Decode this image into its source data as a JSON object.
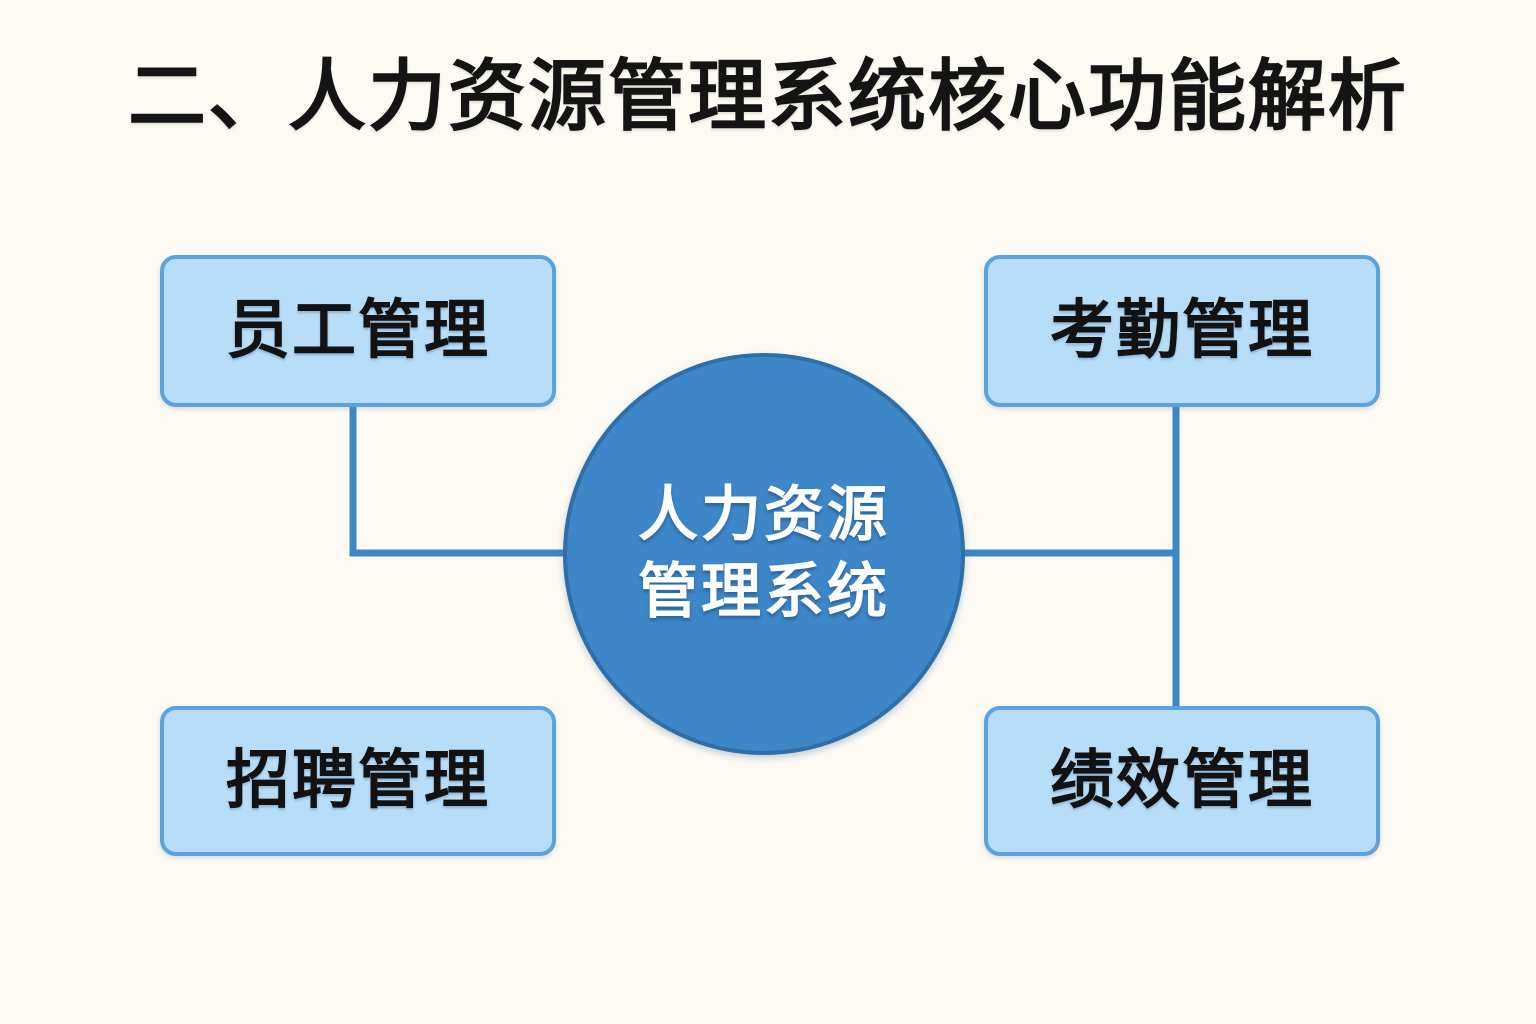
{
  "page": {
    "background_color": "#FCFAF3",
    "title": "二、人力资源管理系统核心功能解析"
  },
  "diagram": {
    "type": "hub-and-spoke",
    "center": {
      "name": "人力资源管理系统",
      "line1": "人力资源",
      "line2": "管理系统",
      "fill_color": "#3D87C9",
      "border_color": "#2E6FA8",
      "text_color": "#FFFFFF"
    },
    "node_style": {
      "fill_color": "#B7DDF8",
      "border_color": "#5BA3DD",
      "text_color": "#121212"
    },
    "connector_color": "#3D87C9",
    "nodes": [
      {
        "id": "employee",
        "label": "员工管理",
        "position": "top-left"
      },
      {
        "id": "attendance",
        "label": "考勤管理",
        "position": "top-right"
      },
      {
        "id": "recruitment",
        "label": "招聘管理",
        "position": "bottom-left"
      },
      {
        "id": "performance",
        "label": "绩效管理",
        "position": "bottom-right"
      }
    ]
  }
}
